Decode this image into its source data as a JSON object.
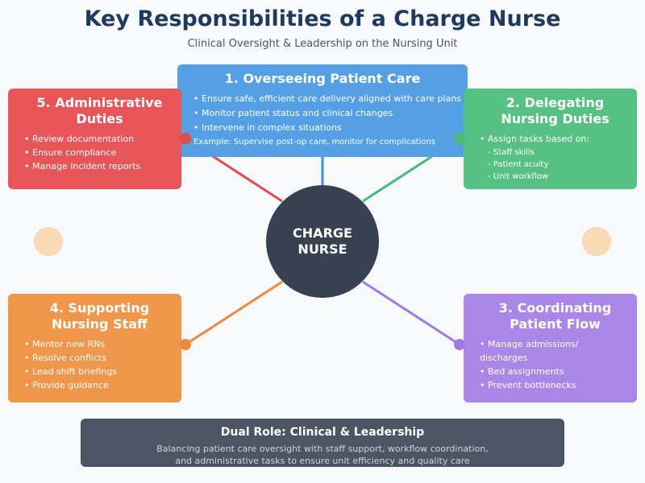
{
  "title": "Key Responsibilities of a Charge Nurse",
  "subtitle": "Clinical Oversight & Leadership on the Nursing Unit",
  "center": {
    "line1": "CHARGE",
    "line2": "NURSE"
  },
  "colors": {
    "overseeing": "#55a0e4",
    "delegating": "#57c184",
    "coordinating": "#a986e8",
    "supporting": "#f0964b",
    "administrative": "#e85558",
    "center": "#374151",
    "footer": "#4b5563"
  },
  "boxes": {
    "overseeing": {
      "title": "1. Overseeing Patient Care",
      "items": [
        "Ensure safe, efficient care delivery aligned with care plans",
        "Monitor patient status and clinical changes",
        "Intervene in complex situations"
      ],
      "example": "Example: Supervise post-op care, monitor for complications"
    },
    "delegating": {
      "title_line1": "2. Delegating",
      "title_line2": "Nursing Duties",
      "items": [
        "Assign tasks based on:"
      ],
      "sub_items": [
        "Staff skills",
        "Patient acuity",
        "Unit workflow"
      ]
    },
    "coordinating": {
      "title_line1": "3. Coordinating",
      "title_line2": "Patient Flow",
      "items": [
        "Manage admissions/",
        "discharges",
        "Bed assignments",
        "Prevent bottlenecks"
      ]
    },
    "supporting": {
      "title_line1": "4. Supporting",
      "title_line2": "Nursing Staff",
      "items": [
        "Mentor new RNs",
        "Resolve conflicts",
        "Lead shift briefings",
        "Provide guidance"
      ]
    },
    "administrative": {
      "title_line1": "5. Administrative",
      "title_line2": "Duties",
      "items": [
        "Review documentation",
        "Ensure compliance",
        "Manage incident reports"
      ]
    }
  },
  "footer": {
    "title": "Dual Role: Clinical & Leadership",
    "line1": "Balancing patient care oversight with staff support, workflow coordination,",
    "line2": "and administrative tasks to ensure unit efficiency and quality care"
  }
}
